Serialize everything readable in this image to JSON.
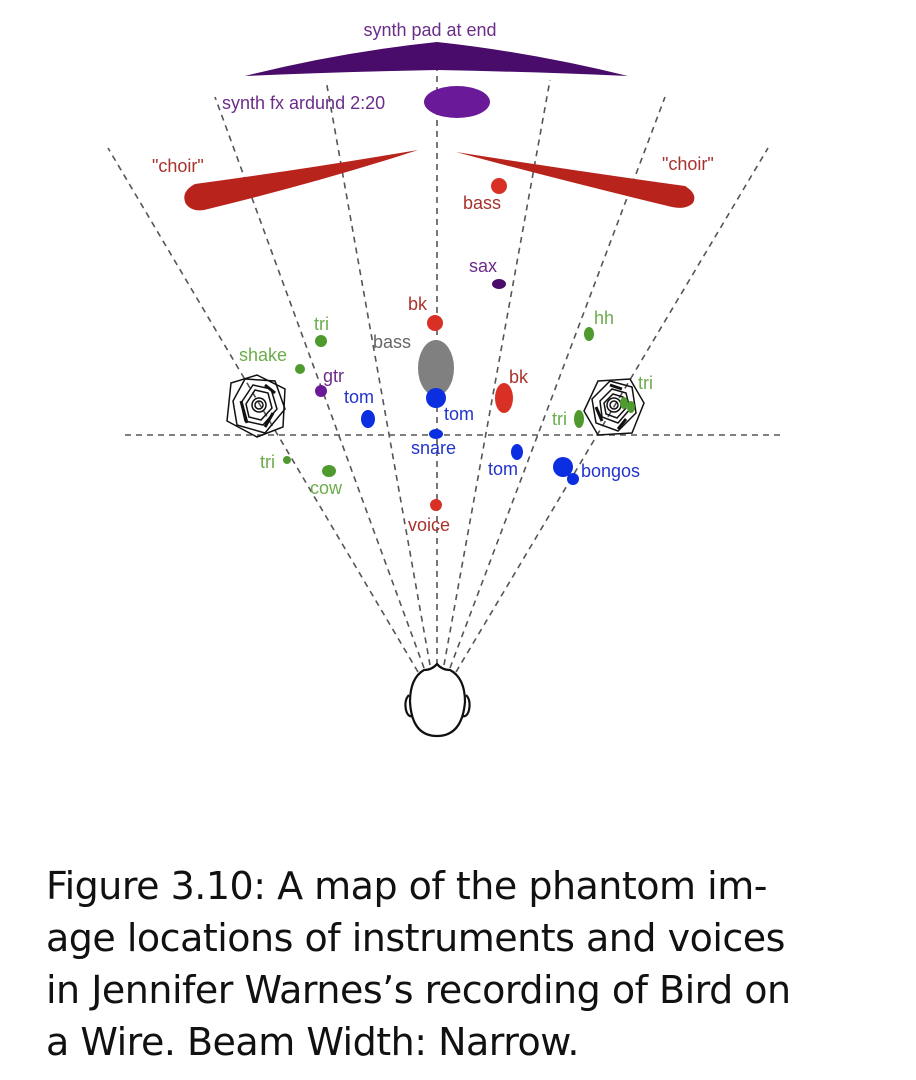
{
  "colors": {
    "purple_dark": "#4a0c6b",
    "purple": "#6a1a99",
    "purple_text": "#6b2d8a",
    "red": "#b8231c",
    "red_dot": "#d93025",
    "red_text": "#a8322c",
    "green": "#4e9a2e",
    "green_text": "#6aad4a",
    "blue": "#0a2ee0",
    "blue_text": "#2233cc",
    "gray": "#808080",
    "gray_text": "#666666",
    "dash": "#555555"
  },
  "labels": {
    "synth_pad": "synth pad at end",
    "synth_fx": "synth fx ardund 2:20",
    "choir_left": "\"choir\"",
    "choir_right": "\"choir\"",
    "bass_top": "bass",
    "sax": "sax",
    "bk_center": "bk",
    "bass_gray": "bass",
    "bk_right": "bk",
    "tri_upper_left": "tri",
    "shake": "shake",
    "gtr": "gtr",
    "tom_left": "tom",
    "tom_center": "tom",
    "snare": "snare",
    "tom_right": "tom",
    "bongos": "bongos",
    "hh": "hh",
    "tri_right_speaker": "tri",
    "tri_right_inner": "tri",
    "tri_lower_left": "tri",
    "cow": "cow",
    "voice": "voice"
  },
  "icons": {
    "left_speaker": "speaker-icon",
    "right_speaker": "speaker-icon",
    "listener": "listener-head-icon"
  },
  "caption": {
    "lines": [
      "Figure 3.10: A map of the phantom im-",
      "age locations of instruments and voices",
      "in Jennifer Warnes’s recording of Bird on",
      "a Wire. Beam Width: Narrow."
    ]
  }
}
